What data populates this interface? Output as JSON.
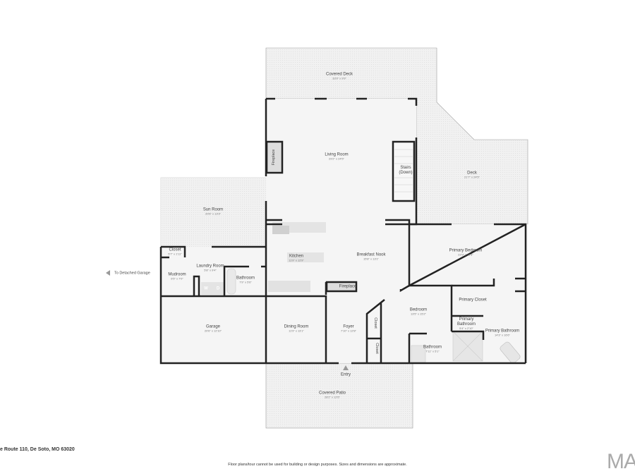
{
  "rooms": {
    "covered_deck": {
      "name": "Covered Deck",
      "dims": "33'9\" x 9'9\""
    },
    "living_room": {
      "name": "Living Room",
      "dims": "29'2\" x 24'5\""
    },
    "deck": {
      "name": "Deck",
      "dims": "21'7\" x 24'5\""
    },
    "stairs": {
      "name": "Stairs",
      "sub": "(Down)"
    },
    "fireplace_living": {
      "name": "Fireplace"
    },
    "sun_room": {
      "name": "Sun Room",
      "dims": "20'6\" x 13'3\""
    },
    "closet_mud": {
      "name": "Closet",
      "dims": "5'7\" x 1'11\""
    },
    "laundry": {
      "name": "Laundry Room",
      "dims": "5'8\" x 9'4\""
    },
    "mudroom": {
      "name": "Mudroom",
      "dims": "6'5\" x 7'0\""
    },
    "bathroom_hall": {
      "name": "Bathroom",
      "dims": "7'9\" x 5'6\""
    },
    "kitchen": {
      "name": "Kitchen",
      "dims": "11'9\" x 12'9\""
    },
    "breakfast_nook": {
      "name": "Breakfast Nook",
      "dims": "15'8\" x 13'1\""
    },
    "fireplace_foyer": {
      "name": "Fireplace"
    },
    "primary_bedroom": {
      "name": "Primary Bedroom",
      "dims": "22'9\" x 11'8\""
    },
    "primary_closet": {
      "name": "Primary Closet"
    },
    "primary_bath_small": {
      "name": "Primary Bathroom",
      "dims": "5'4\" x 2'10\""
    },
    "primary_bathroom": {
      "name": "Primary Bathroom",
      "dims": "14'3\" x 16'6\""
    },
    "bedroom": {
      "name": "Bedroom",
      "dims": "13'5\" x 15'2\""
    },
    "bathroom_bed": {
      "name": "Bathroom",
      "dims": "7'11\" x 5'1\""
    },
    "closet_a": {
      "name": "Closet"
    },
    "closet_b": {
      "name": "Closet"
    },
    "foyer": {
      "name": "Foyer",
      "dims": "7'10\" x 12'8\""
    },
    "dining_room": {
      "name": "Dining Room",
      "dims": "11'9\" x 13'1\""
    },
    "garage": {
      "name": "Garage",
      "dims": "20'6\" x 12'10\""
    },
    "covered_patio": {
      "name": "Covered Patio",
      "dims": "28'2\" x 12'6\""
    }
  },
  "appliances": {
    "washer": "W",
    "dryer": "D"
  },
  "entry_label": "Entry",
  "to_detached_garage": "To Detached Garage",
  "footer": {
    "address": "e Route 110, De Soto, MO 63020",
    "disclaimer": "Floor plans/tour cannot be used for building or design purposes. Sizes and dimensions are approximate.",
    "logo": "MA"
  },
  "colors": {
    "wall": "#222222",
    "floor": "#f4f4f4",
    "outdoor": "#ececec",
    "fixture": "#d8d8d8"
  }
}
